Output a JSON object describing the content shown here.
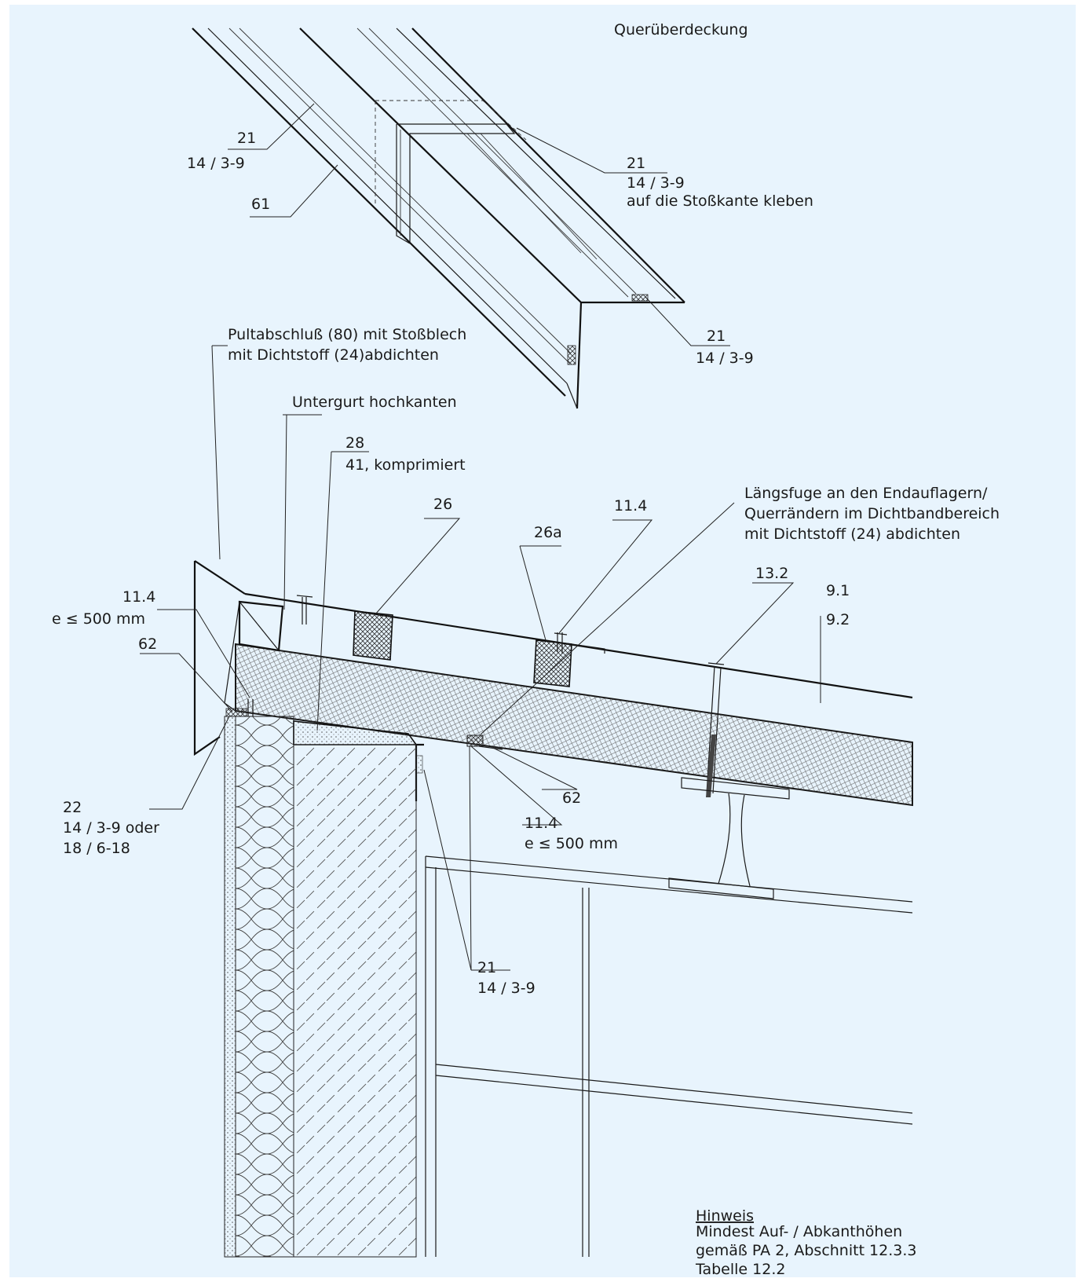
{
  "colors": {
    "background": "#e8f4fd",
    "line": "#1a1a1a",
    "hatch": "#555555"
  },
  "labels": {
    "querueberdeckung": "Querüberdeckung",
    "top_21": "21",
    "top_14_3_9": "14 / 3-9",
    "top_61": "61",
    "joint_21": "21",
    "joint_14_3_9": "14 / 3-9",
    "joint_note": "auf die Stoßkante kleben",
    "end_21": "21",
    "end_14_3_9": "14 / 3-9",
    "pult_line1": "Pultabschluß (80) mit Stoßblech",
    "pult_line2": "mit Dichtstoff (24)abdichten",
    "untergurt": "Untergurt hochkanten",
    "l28": "28",
    "l41": "41, komprimiert",
    "l26": "26",
    "l26a": "26a",
    "l11_4_top": "11.4",
    "laengs_line1": "Längsfuge an den Endauflagern/",
    "laengs_line2": "Querrändern im Dichtbandbereich",
    "laengs_line3": "mit Dichtstoff (24) abdichten",
    "l13_2": "13.2",
    "l9_1": "9.1",
    "l9_2": "9.2",
    "left_11_4": "11.4",
    "left_e500": "e ≤ 500 mm",
    "left_62": "62",
    "l22": "22",
    "l22_line2": "14 / 3-9 oder",
    "l22_line3": "18 / 6-18",
    "mid_62": "62",
    "mid_11_4": "11.4",
    "mid_e500": "e ≤ 500 mm",
    "low_21": "21",
    "low_14_3_9": "14 / 3-9",
    "hinweis_title": "Hinweis",
    "hinweis_line1": "Mindest Auf- / Abkanthöhen",
    "hinweis_line2": "gemäß PA 2, Abschnitt 12.3.3",
    "hinweis_line3": "Tabelle 12.2"
  }
}
